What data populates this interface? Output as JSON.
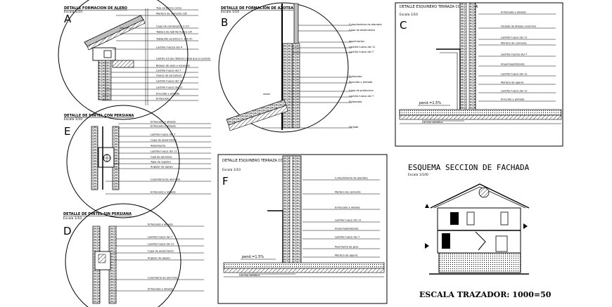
{
  "details": [
    {
      "letter": "A",
      "title": "DETALLE FORMACION DE ALERO",
      "scale": "Escala 1/10",
      "notes": [
        "Teja ceramica curva",
        "Mortero de cemento 1/6",
        "Capa de compresion 3 cm",
        "Tablero de ladrillo hueco 1/4",
        "Tabiquillo ceramico 1 1/4 cm",
        "Ladrillo macizo del 4",
        "Ladrillo 1/2 pie (Tabicon) Igual que el cerrado",
        "Bloque de yeso y escayola",
        "Ladrillo hueco del 7",
        "Hueco de carcomed",
        "Ladrillo hueco del 11",
        "Ladrillo hueco del 11",
        "Enlucido y pintado",
        "Enfoscado"
      ]
    },
    {
      "letter": "B",
      "title": "DETALLE DE FORMACION DE AZOTEA",
      "scale": "Escala 1/10",
      "notes": [
        "Cumplimiento de alambre",
        "Capa de aislamiento",
        "Imprimacion",
        "Ladrillo hueco del 11",
        "Ladrillo hueco del 7",
        "Enfoscado",
        "Enlucido y pintado",
        "Capa de proteccion",
        "Ladrillo hueco del 7",
        "Enfoscado",
        "Forjado"
      ]
    },
    {
      "letter": "C",
      "title": "DETALLE ESQUINERO TERRAZA CON PUERTA",
      "scale": "Escala 1/10",
      "pend": "pend.=1.5%",
      "notes": [
        "Enfoscado y alisado",
        "Forjado de bloque ceramico",
        "Ladrillo hueco del 11",
        "Mortero de cemento",
        "Ladrillo macizo del 7",
        "Impermeabilizante",
        "Ladrillo hueco del 11",
        "Mortero de agarre",
        "Ladrillo hueco del 11",
        "Enlucido y pintado",
        "Lamina asfaltica"
      ]
    },
    {
      "letter": "E",
      "title": "DETALLE DE DINTEL CON PERSIANA",
      "scale": "Escala 1/10",
      "notes": [
        "Enfoscado y alisado",
        "Enfoscado y alisado",
        "Ladrillo hueco del 7",
        "Capa de aislamiento",
        "Aislamiento",
        "Ladrillo hueco del 11",
        "Caja de persiana",
        "Tapa de registro",
        "Angular de apoyo",
        "Carpinteria de aluminio",
        "Enfoscado y alisado"
      ]
    },
    {
      "letter": "D",
      "title": "DETALLE DE DINTEL SIN PERSIANA",
      "scale": "Escala 1/10",
      "notes": [
        "Enfoscado y alisado",
        "Ladrillo hueco del 7",
        "Ladrillo hueco del 11",
        "Capa de aislamiento",
        "Angular de apoyo",
        "Carpinteria de aluminio",
        "Enfoscado y alisado"
      ]
    },
    {
      "letter": "F",
      "title": "DETALLE ESQUINERO TERRAZA CON PUERTA",
      "scale": "Escala 1/10",
      "pend": "pend.=1.5%",
      "notes": [
        "Cumplimiento de alambre",
        "Mortero de cemento",
        "Enfoscado y alisado",
        "Ladrillo hueco del 11",
        "Impermeabilizante",
        "Ladrillo hueco del 7",
        "Pavimento de gres",
        "Mortero de agarre",
        "Lamina asfaltica"
      ]
    }
  ],
  "facade": {
    "title": "ESQUEMA SECCION DE FACHADA",
    "scale": "Escala 1/100",
    "plotter_scale": "ESCALA TRAZADOR: 1000=50"
  }
}
